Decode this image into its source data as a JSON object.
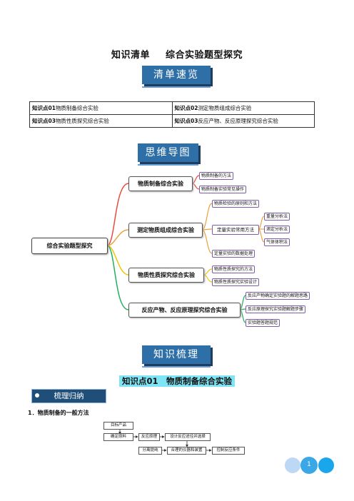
{
  "doc_title": {
    "part1": "知识清单",
    "part2": "综合实验题型探究"
  },
  "banners": {
    "overview": "清单速览",
    "mindmap": "思维导图",
    "knowledge": "知识梳理"
  },
  "overview_table": [
    [
      {
        "label": "知识点",
        "num": "01",
        "text": "物质制备综合实验"
      },
      {
        "label": "知识点",
        "num": "02",
        "text": "测定物质组成综合实验"
      }
    ],
    [
      {
        "label": "知识点",
        "num": "03",
        "text": "物质性质探究综合实验"
      },
      {
        "label": "知识点",
        "num": "03",
        "text": "反应产物、反应原理探究综合实验"
      }
    ]
  ],
  "mindmap": {
    "root": "综合实验题型探究",
    "branches": [
      {
        "label": "物质制备综合实验",
        "color": "#e74c3c",
        "leaves": [
          "物质制备的方法",
          "物质制备实验常见操作"
        ]
      },
      {
        "label": "测定物质组成综合实验",
        "color": "#e8a33d",
        "leaves": [
          "物质检验的原则和方法",
          "定量实验常用方法",
          "定量实验的数据处理"
        ],
        "sub": [
          "重量分析法",
          "滴定分析法",
          "气体体积法"
        ]
      },
      {
        "label": "物质性质探究综合实验",
        "color": "#f1c40f",
        "leaves": [
          "物质性质探究的方法",
          "物质性质探究实验设计"
        ]
      },
      {
        "label": "反应产物、反应原理探究综合实验",
        "color": "#27ae60",
        "leaves": [
          "反应产物确定实验题的解题思路",
          "反应原理探究实验题解题步骤",
          "实验题答题规范"
        ]
      }
    ]
  },
  "knowledge_heading": "知识点01　物质制备综合实验",
  "tag_label": "梳理归纳",
  "subhead": "1．物质制备的一般方法",
  "flow": {
    "target": "目标产品",
    "row1": [
      "确定原料",
      "反应原理",
      "设计反应途径并选择"
    ],
    "row2": [
      "分离提纯",
      "合理的仪器和装置",
      "控制反应条件"
    ]
  },
  "page_number": "1",
  "colors": {
    "banner": "#2f6fa8",
    "tag": "#1f4e79",
    "heading_highlight": "#7fe4f4",
    "leaf_border": "#7b5ea7",
    "circles": "#3aa7e6"
  }
}
